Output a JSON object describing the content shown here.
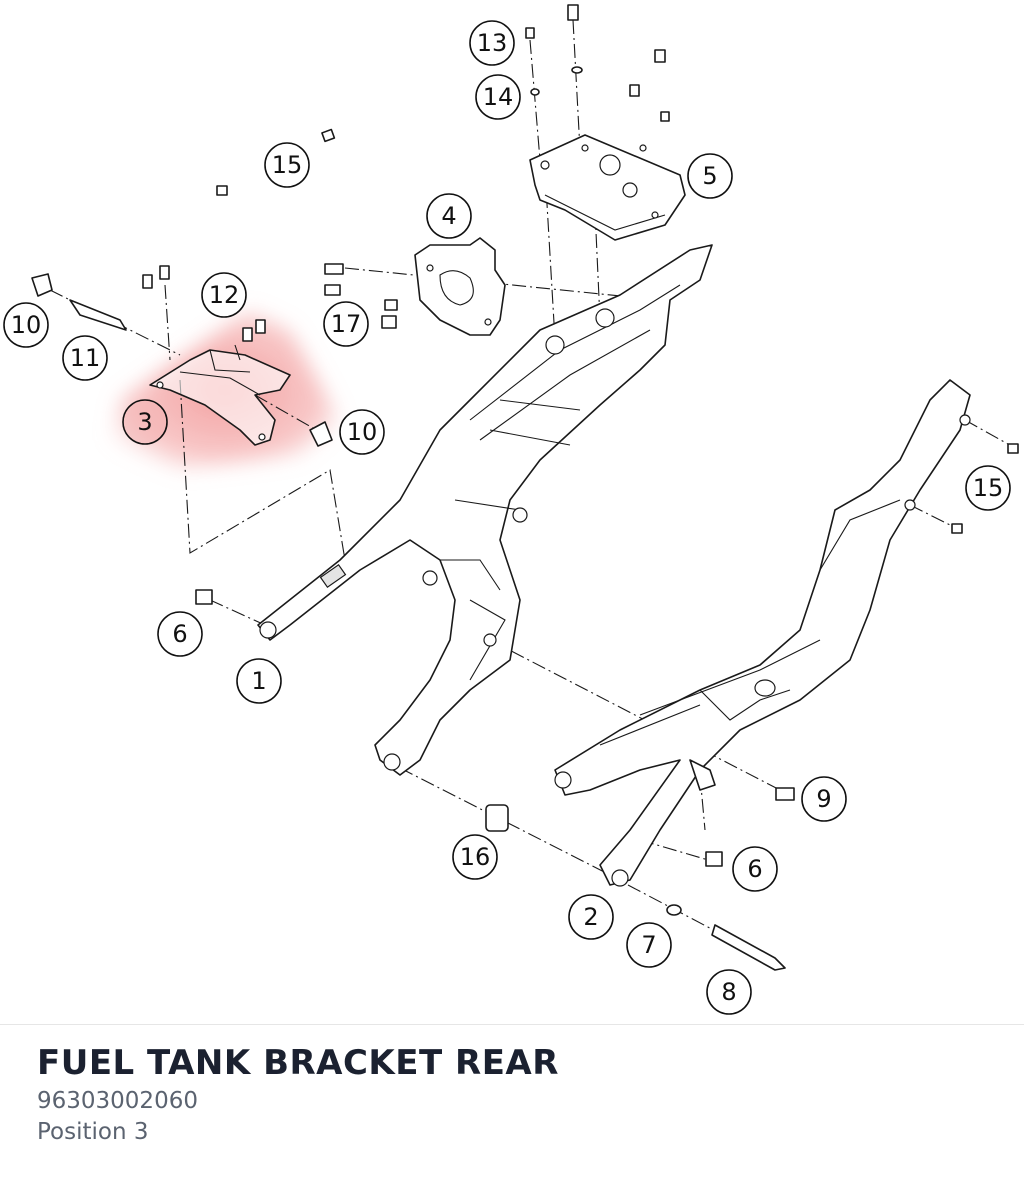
{
  "part": {
    "title": "FUEL TANK BRACKET REAR",
    "number": "96303002060",
    "position": "Position 3"
  },
  "callouts": [
    "13",
    "14",
    "15",
    "5",
    "4",
    "12",
    "10",
    "11",
    "17",
    "3",
    "10",
    "15",
    "6",
    "1",
    "9",
    "16",
    "6",
    "2",
    "7",
    "8"
  ],
  "colors": {
    "highlight": "#f08a8a",
    "line": "#1a1a1a",
    "title": "#1b2130",
    "meta": "#5b6370"
  }
}
